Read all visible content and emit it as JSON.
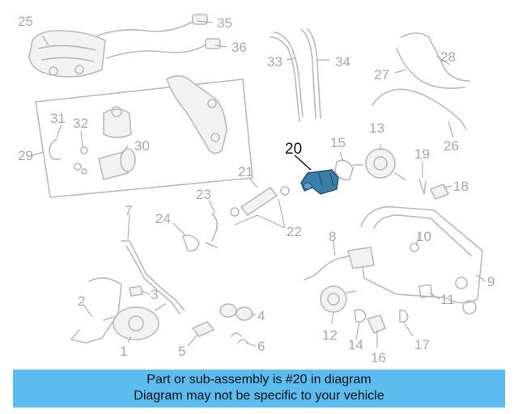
{
  "diagram": {
    "highlight_color": "#3a7fa8",
    "highlighted_part": "20",
    "callouts": [
      "1",
      "2",
      "3",
      "4",
      "5",
      "6",
      "7",
      "8",
      "9",
      "10",
      "11",
      "12",
      "13",
      "14",
      "15",
      "16",
      "17",
      "18",
      "19",
      "20",
      "21",
      "22",
      "23",
      "24",
      "25",
      "26",
      "27",
      "28",
      "29",
      "30",
      "31",
      "32",
      "33",
      "34",
      "35",
      "36"
    ]
  },
  "banner": {
    "line1": "Part or sub-assembly is #20 in diagram",
    "line2": "Diagram may not be specific to your vehicle",
    "background": "#5cbcf0"
  }
}
